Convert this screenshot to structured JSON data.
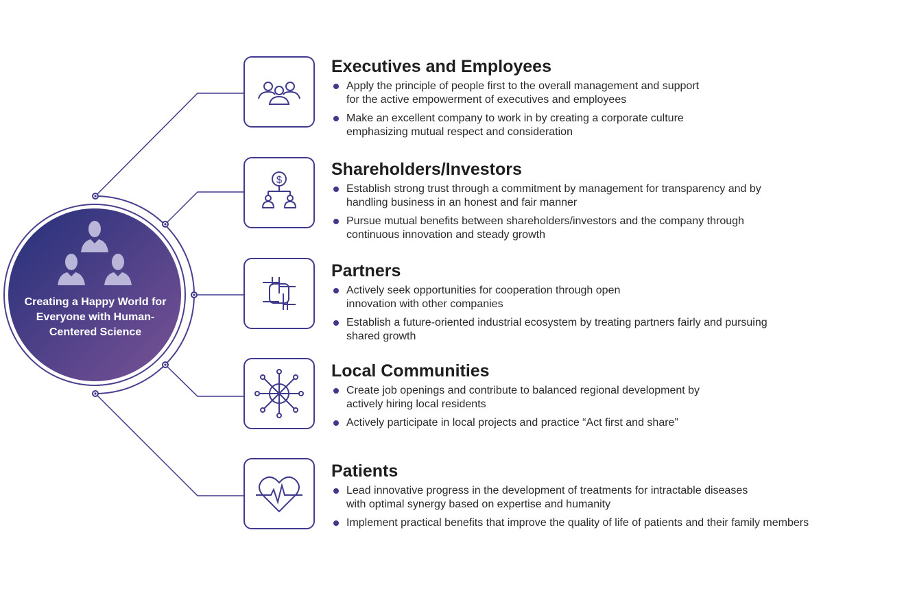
{
  "center": {
    "text": "Creating a Happy World for Everyone with Human-Centered Science",
    "icon": "three-people-icon"
  },
  "colors": {
    "navy": "#2e3580",
    "purple": "#6d4f95"
  },
  "stakeholders": [
    {
      "title": "Executives and Employees",
      "icon": "group-people-icon",
      "bullets": [
        "Apply the principle of people first to the overall management and support for the active empowerment of executives and employees",
        "Make an excellent company to work in by creating a corporate culture emphasizing mutual respect and consideration"
      ]
    },
    {
      "title": "Shareholders/Investors",
      "icon": "dollar-hierarchy-icon",
      "bullets": [
        "Establish strong trust through a commitment by management for transparency and by handling business in an honest and fair manner",
        "Pursue mutual benefits between shareholders/investors and the company through continuous innovation and steady growth"
      ]
    },
    {
      "title": "Partners",
      "icon": "joined-hands-icon",
      "bullets": [
        "Actively seek opportunities for cooperation through open innovation with other companies",
        "Establish a future-oriented industrial ecosystem by treating partners fairly and pursuing shared growth"
      ]
    },
    {
      "title": "Local Communities",
      "icon": "network-globe-icon",
      "bullets": [
        "Create job openings and contribute to balanced regional development by actively hiring local residents",
        "Actively participate in local projects and practice “Act first and share”"
      ]
    },
    {
      "title": "Patients",
      "icon": "heart-pulse-icon",
      "bullets": [
        "Lead innovative progress in the development of treatments for intractable diseases with optimal synergy based on expertise and humanity",
        "Implement practical benefits that improve the quality of life of patients and their family members"
      ]
    }
  ]
}
